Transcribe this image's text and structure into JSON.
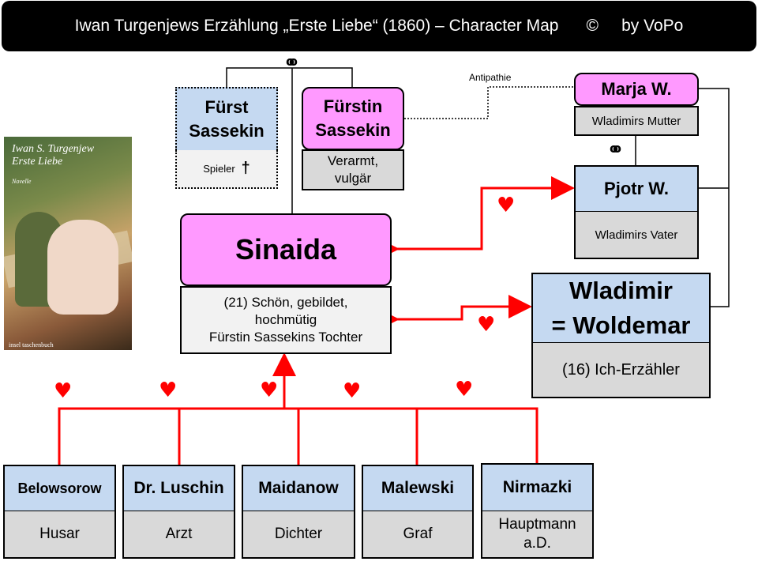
{
  "header": {
    "title": "Iwan Turgenjews Erzählung „Erste Liebe“ (1860) – Character Map      ©     by VoPo"
  },
  "book": {
    "title_line1": "Iwan S. Turgenjew",
    "title_line2": "Erste Liebe",
    "subtitle": "Novelle",
    "publisher": "insel taschenbuch"
  },
  "characters": {
    "fuerst": {
      "name_line1": "Fürst",
      "name_line2": "Sassekin",
      "desc": "Spieler",
      "symbol": "†"
    },
    "fuerstin": {
      "name_line1": "Fürstin",
      "name_line2": "Sassekin",
      "desc_line1": "Verarmt,",
      "desc_line2": "vulgär"
    },
    "sinaida": {
      "name": "Sinaida",
      "desc_line1": "(21) Schön, gebildet,",
      "desc_line2": "hochmütig",
      "desc_line3": "Fürstin Sassekins Tochter"
    },
    "marja": {
      "name": "Marja W.",
      "desc": "Wladimirs Mutter"
    },
    "pjotr": {
      "name": "Pjotr W.",
      "desc": "Wladimirs Vater"
    },
    "wladimir": {
      "name_line1": "Wladimir",
      "name_line2": "= Woldemar",
      "desc": "(16) Ich-Erzähler"
    },
    "suitors": [
      {
        "name": "Belowsorow",
        "desc": "Husar"
      },
      {
        "name": "Dr. Luschin",
        "desc": "Arzt"
      },
      {
        "name": "Maidanow",
        "desc": "Dichter"
      },
      {
        "name": "Malewski",
        "desc": "Graf"
      },
      {
        "name": "Nirmazki",
        "desc_line1": "Hauptmann",
        "desc_line2": "a.D."
      }
    ]
  },
  "relations": {
    "antipathie": "Antipathie",
    "marriage_symbol": "oo",
    "heart_symbol": "♥"
  }
}
